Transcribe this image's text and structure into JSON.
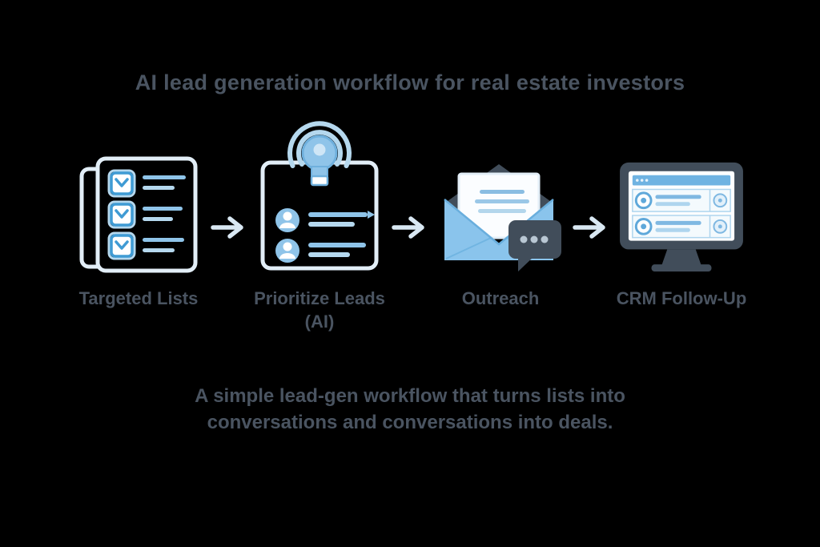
{
  "title": "AI lead generation workflow for real estate investors",
  "steps": [
    {
      "label": "Targeted Lists",
      "icon": "checklist-icon"
    },
    {
      "label": "Prioritize Leads (AI)",
      "icon": "lightbulb-leads-icon"
    },
    {
      "label": "Outreach",
      "icon": "envelope-chat-icon"
    },
    {
      "label": "CRM Follow-Up",
      "icon": "crm-monitor-icon"
    }
  ],
  "connector_icon": "arrow-right-icon",
  "caption": "A simple lead-gen workflow that turns lists into conversations and conversations into deals.",
  "colors": {
    "bg": "#000000",
    "text": "#4a5461",
    "outline": "#e2eef7",
    "blue-accent": "#3f9bd4",
    "blue-mid": "#8fc4e9",
    "blue-light": "#b5d8ee",
    "blue-deep": "#6fb0dd",
    "envelope-blue": "#8ac4ec",
    "slate-dark": "#414d5a",
    "arrow": "#d9e8f3",
    "white": "#ffffff"
  }
}
